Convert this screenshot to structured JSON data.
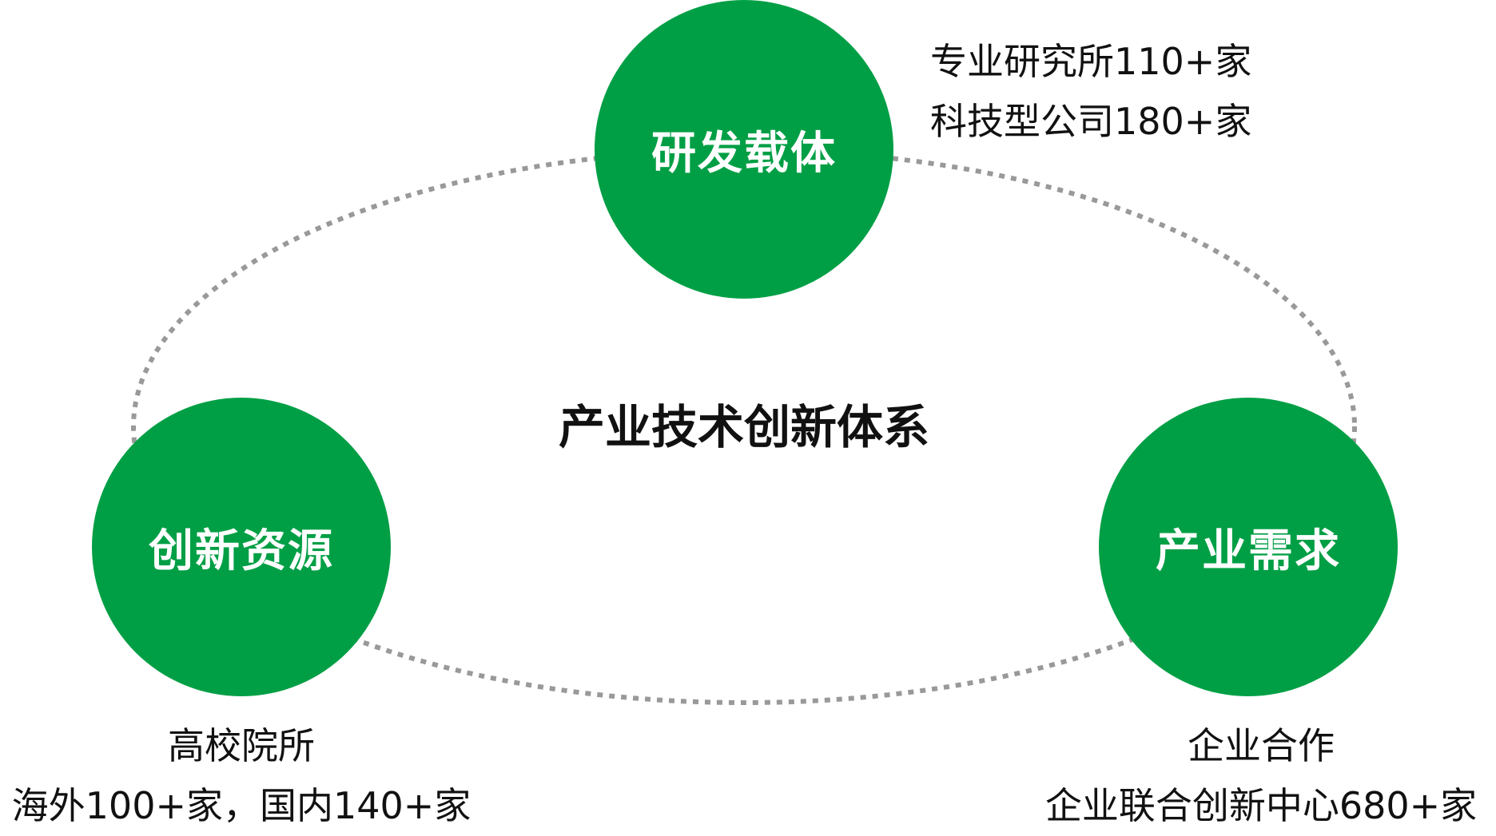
{
  "colors": {
    "node": "#009f45",
    "ring": "#999999",
    "text": "#111111"
  },
  "title": "产业技术创新体系",
  "nodes": {
    "top": {
      "label": "研发载体",
      "notes": [
        "专业研究所110+家",
        "科技型公司180+家"
      ]
    },
    "left": {
      "label": "创新资源",
      "notes": [
        "高校院所",
        "海外100+家，国内140+家"
      ]
    },
    "right": {
      "label": "产业需求",
      "notes": [
        "企业合作",
        "企业联合创新中心680+家"
      ]
    }
  }
}
